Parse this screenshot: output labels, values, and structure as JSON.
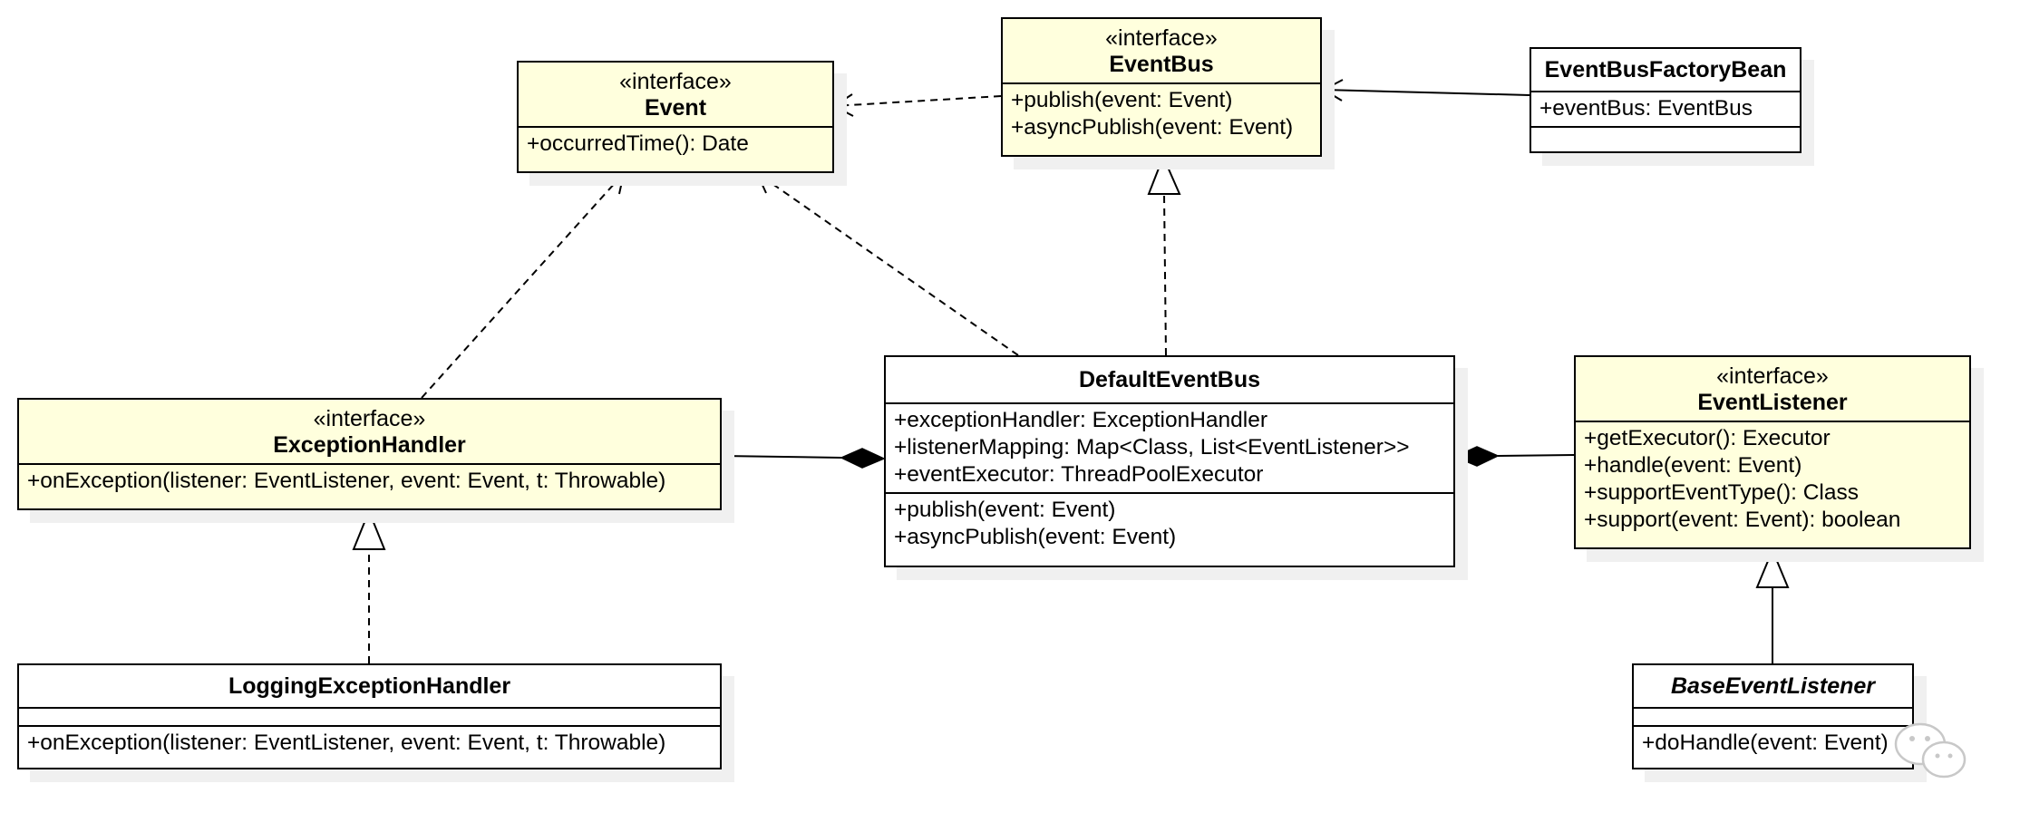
{
  "colors": {
    "interface_fill": "#ffffdd",
    "class_fill": "#ffffff",
    "shadow": "#f0f0f0",
    "line": "#000000"
  },
  "classes": {
    "event": {
      "stereotype": "«interface»",
      "name": "Event",
      "attributes": [],
      "operations": [
        "+occurredTime(): Date"
      ]
    },
    "event_bus": {
      "stereotype": "«interface»",
      "name": "EventBus",
      "attributes": [],
      "operations": [
        "+publish(event: Event)",
        "+asyncPublish(event: Event)"
      ]
    },
    "event_bus_factory_bean": {
      "name": "EventBusFactoryBean",
      "attributes": [
        "+eventBus: EventBus"
      ],
      "operations": []
    },
    "default_event_bus": {
      "name": "DefaultEventBus",
      "attributes": [
        "+exceptionHandler: ExceptionHandler",
        "+listenerMapping: Map<Class, List<EventListener>>",
        "+eventExecutor: ThreadPoolExecutor"
      ],
      "operations": [
        "+publish(event: Event)",
        "+asyncPublish(event: Event)"
      ]
    },
    "exception_handler": {
      "stereotype": "«interface»",
      "name": "ExceptionHandler",
      "attributes": [],
      "operations": [
        "+onException(listener: EventListener, event: Event, t: Throwable)"
      ]
    },
    "event_listener": {
      "stereotype": "«interface»",
      "name": "EventListener",
      "attributes": [],
      "operations": [
        "+getExecutor(): Executor",
        "+handle(event: Event)",
        "+supportEventType(): Class",
        "+support(event: Event): boolean"
      ]
    },
    "logging_exception_handler": {
      "name": "LoggingExceptionHandler",
      "attributes": [],
      "operations": [
        "+onException(listener: EventListener, event: Event, t: Throwable)"
      ]
    },
    "base_event_listener": {
      "name": "BaseEventListener",
      "abstract": true,
      "attributes": [],
      "operations": [
        "+doHandle(event: Event)"
      ]
    }
  },
  "relationships": [
    {
      "from": "event_bus",
      "to": "event",
      "kind": "dependency"
    },
    {
      "from": "event_bus_factory_bean",
      "to": "event_bus",
      "kind": "association"
    },
    {
      "from": "default_event_bus",
      "to": "event",
      "kind": "dependency"
    },
    {
      "from": "default_event_bus",
      "to": "event_bus",
      "kind": "realization"
    },
    {
      "from": "exception_handler",
      "to": "event",
      "kind": "dependency"
    },
    {
      "from": "exception_handler",
      "to": "default_event_bus",
      "kind": "composition"
    },
    {
      "from": "event_listener",
      "to": "default_event_bus",
      "kind": "composition"
    },
    {
      "from": "logging_exception_handler",
      "to": "exception_handler",
      "kind": "realization"
    },
    {
      "from": "base_event_listener",
      "to": "event_listener",
      "kind": "generalization"
    }
  ],
  "watermark": {
    "icon": "wechat-icon"
  }
}
